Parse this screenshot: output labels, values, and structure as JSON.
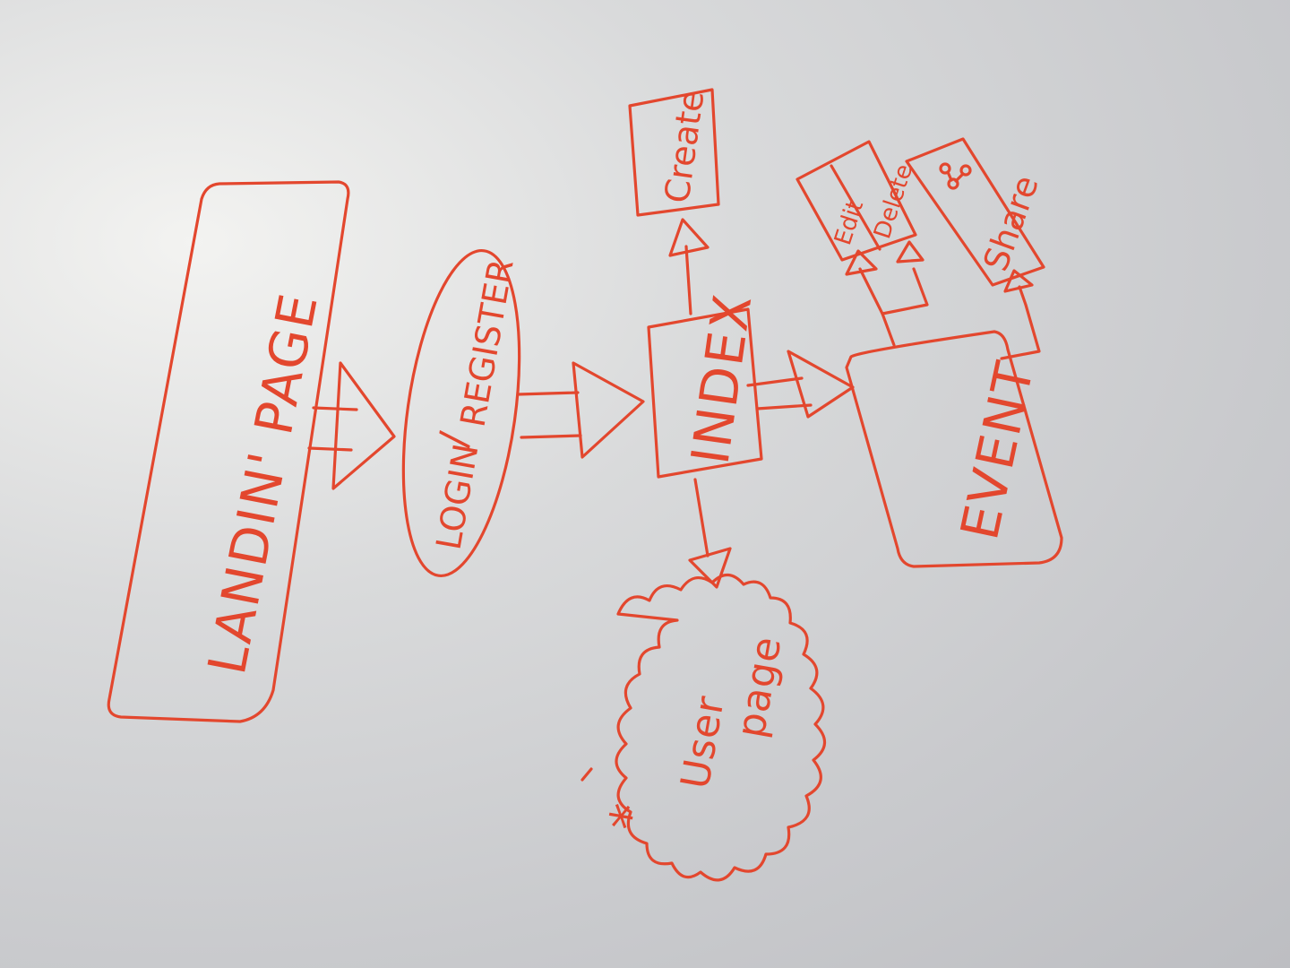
{
  "diagram": {
    "nodes": {
      "landing": "LANDIN' PAGE",
      "login": "LOGIN",
      "register": "REGISTER",
      "login_separator": "/",
      "index": "INDEX",
      "create": "Create",
      "event": "EVENT",
      "edit": "Edit",
      "delete": "Delete",
      "share": "Share",
      "user_line1": "User",
      "user_line2": "page",
      "asterisk": "*"
    },
    "edges": [
      {
        "from": "landing",
        "to": "login_register",
        "style": "double-arrow"
      },
      {
        "from": "login_register",
        "to": "index",
        "style": "double-arrow"
      },
      {
        "from": "index",
        "to": "event",
        "style": "double-arrow"
      },
      {
        "from": "index",
        "to": "create",
        "style": "arrow"
      },
      {
        "from": "index",
        "to": "user_page",
        "style": "arrow"
      },
      {
        "from": "event",
        "to": "edit",
        "style": "arrow"
      },
      {
        "from": "event",
        "to": "delete",
        "style": "arrow"
      },
      {
        "from": "event",
        "to": "share",
        "style": "arrow"
      }
    ],
    "ink_color": "#e3472e",
    "board_color": "#d9dadb"
  }
}
